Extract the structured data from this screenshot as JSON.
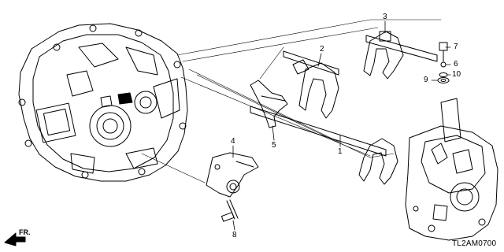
{
  "diagram": {
    "callouts": [
      {
        "id": "1",
        "label": "1"
      },
      {
        "id": "2",
        "label": "2"
      },
      {
        "id": "3",
        "label": "3"
      },
      {
        "id": "4",
        "label": "4"
      },
      {
        "id": "5",
        "label": "5"
      },
      {
        "id": "6",
        "label": "6"
      },
      {
        "id": "7",
        "label": "7"
      },
      {
        "id": "8",
        "label": "8"
      },
      {
        "id": "9",
        "label": "9"
      },
      {
        "id": "10",
        "label": "10"
      }
    ],
    "direction_label": "FR.",
    "diagram_code": "TL2AM0700"
  }
}
